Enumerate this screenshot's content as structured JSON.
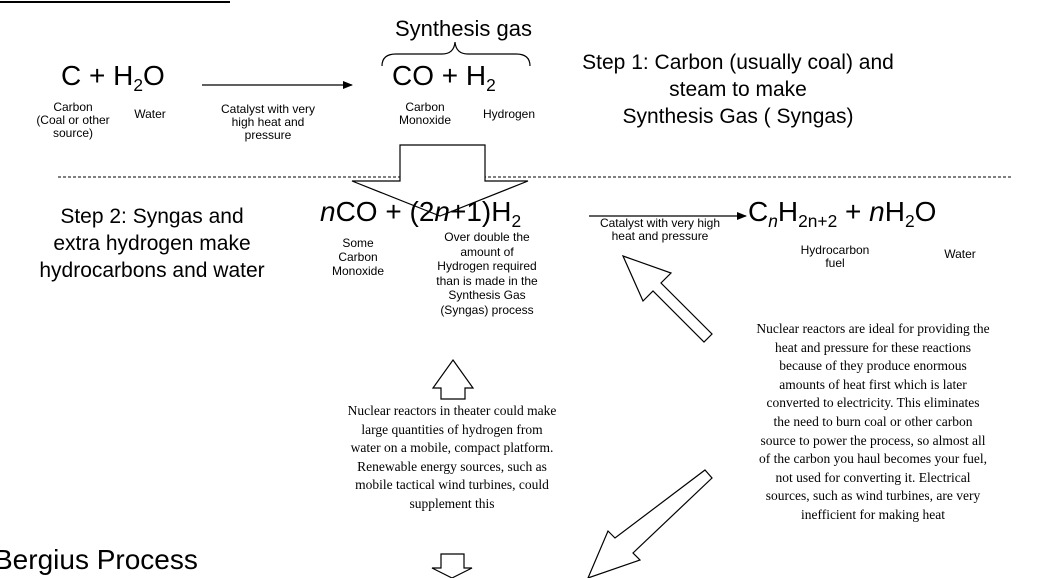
{
  "top": {
    "synthesis_gas": "Synthesis gas",
    "eq": {
      "c": "C",
      "plus1": "+",
      "h": "H",
      "h_sub": "2",
      "o": "O",
      "co": "CO",
      "plus2": "+",
      "h2": "H",
      "h2_sub": "2"
    },
    "labels": {
      "carbon": "Carbon\n(Coal or other\nsource)",
      "water": "Water",
      "catalyst": "Catalyst with very\nhigh heat and\npressure",
      "carbon_monoxide": "Carbon\nMonoxide",
      "hydrogen": "Hydrogen"
    },
    "step1": "Step 1: Carbon (usually coal) and\nsteam to make\nSynthesis Gas ( Syngas)"
  },
  "step2": {
    "title": "Step 2: Syngas and\nextra hydrogen make\nhydrocarbons and water",
    "eq": {
      "n1": "n",
      "co": "CO",
      "plus1": "+",
      "paren_open": "(2",
      "n2": "n",
      "plus_one": "+1)",
      "h": "H",
      "h_sub": "2",
      "c": "C",
      "c_sub": "n",
      "h2": "H",
      "h2_sub": "2n+2",
      "plus2": "+",
      "n3": "n",
      "h3": "H",
      "h3_sub": "2",
      "o": "O"
    },
    "labels": {
      "some_co": "Some\nCarbon\nMonoxide",
      "over_double": "Over double the\namount of\nHydrogen required\nthan is made in the\nSynthesis Gas\n(Syngas) process",
      "catalyst": "Catalyst with very high\nheat and pressure",
      "hydrocarbon": "Hydrocarbon\nfuel",
      "water": "Water"
    }
  },
  "notes": {
    "nuclear_hydrogen": "Nuclear reactors in theater could make\nlarge quantities of hydrogen from\nwater on a mobile, compact platform.\n  Renewable energy sources, such as\nmobile tactical wind turbines, could\nsupplement this",
    "nuclear_heat": "Nuclear reactors are ideal for providing the\nheat and pressure for these reactions\n  because of they produce enormous\namounts of heat first which is later\nconverted to electricity. This eliminates\n  the need to burn coal or other carbon\nsource to power the process, so almost all\nof the carbon you haul becomes your fuel,\nnot used for converting it.  Electrical\nsources, such as wind turbines, are very\ninefficient for making heat"
  },
  "bergius": "Bergius Process"
}
